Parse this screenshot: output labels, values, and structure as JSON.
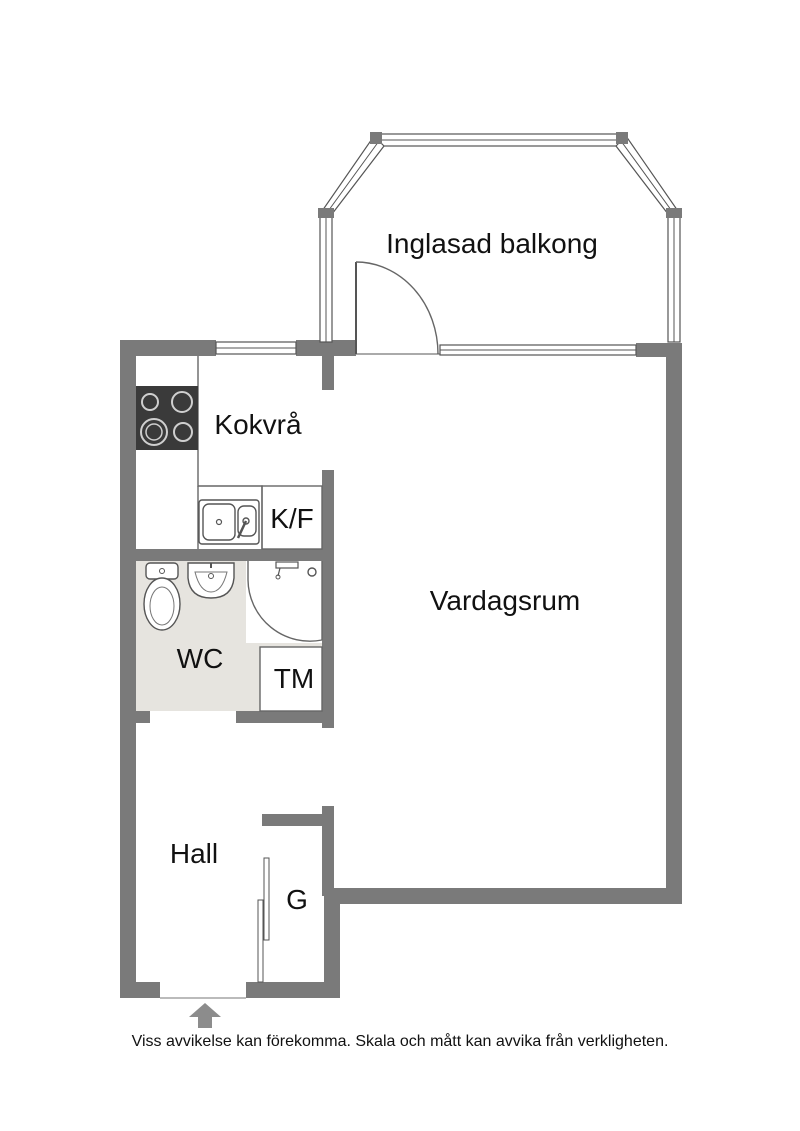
{
  "rooms": {
    "balcony": "Inglasad balkong",
    "kitchen": "Kokvrå",
    "fridge": "K/F",
    "living": "Vardagsrum",
    "wc": "WC",
    "laundry": "TM",
    "hall": "Hall",
    "wardrobe": "G"
  },
  "disclaimer": "Viss avvikelse kan förekomma. Skala och mått kan avvika från verkligheten.",
  "colors": {
    "wall": "#7a7a7a",
    "wc_floor": "#e6e4df",
    "entrance_arrow": "#8c8c8c"
  },
  "icons": {
    "stove": "stove-icon",
    "sink": "kitchen-sink-icon",
    "toilet": "toilet-icon",
    "basin": "wash-basin-icon",
    "shower": "shower-icon",
    "entrance": "entrance-arrow-icon"
  }
}
